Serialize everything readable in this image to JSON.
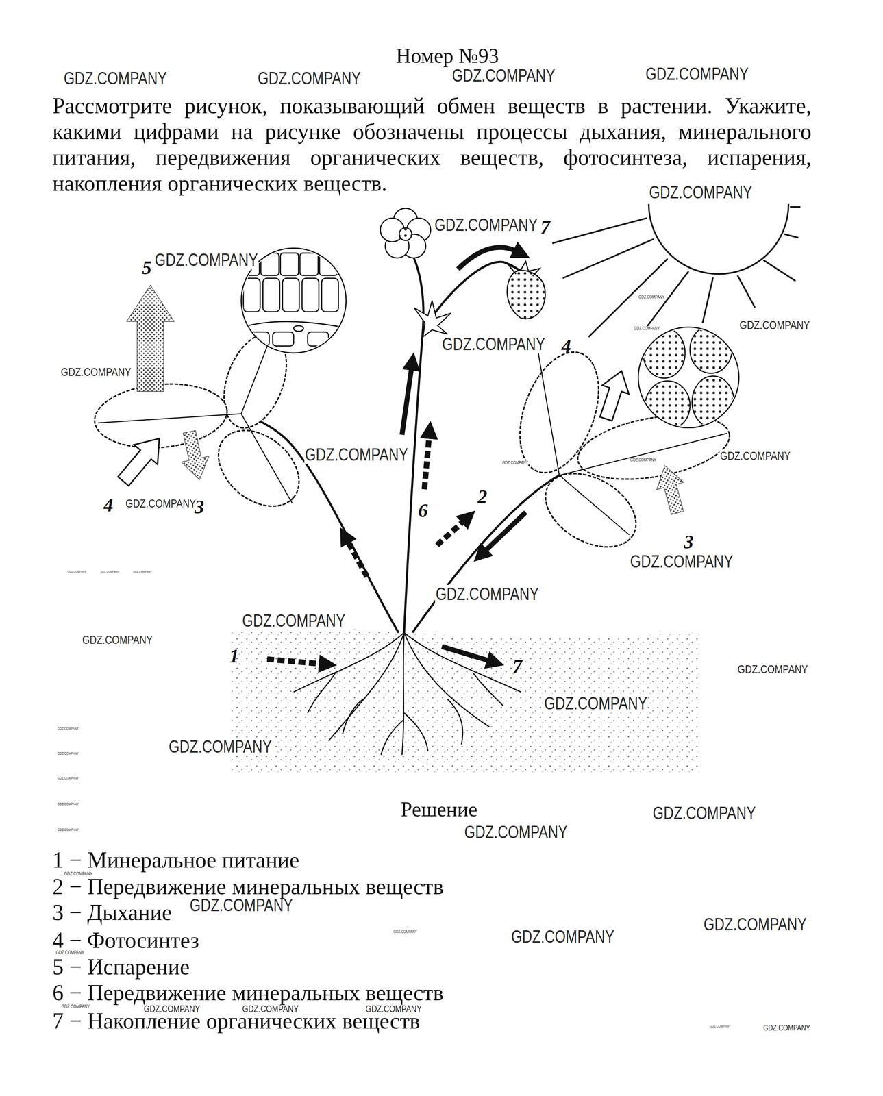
{
  "diagram": {
    "title": "Номер №93",
    "labels": [
      "Рассмотрите рисунок, показывающий обмен веществ в растении. Укажите, какими цифрами на рисунке обозначены процессы дыхания, минерального питания, передвижения органических веществ, фотосинтеза, испарения, накопления органических веществ.",
      "GDZ.COMPANY",
      "GDZ.COMPANY",
      "GDZ.COMPANY",
      "GDZ.COMPANY",
      "GDZ.COMPANY",
      "GDZ.COMPANY",
      "7",
      "5",
      "GDZ.COMPANY",
      "GDZ.COMPANY",
      "GDZ.COMPANY",
      "GDZ.COMPANY",
      "GDZ.COMPANY",
      "4",
      "GDZ.COMPANY",
      "GDZ.COMPANY",
      "GDZ.COMPANY",
      "GDZ.COMPANY",
      "GDZ.COMPANY",
      "2",
      "4",
      "GDZ.COMPANY",
      "3",
      "6",
      "3",
      "GDZ.COMPANY",
      "GDZ.COMPANY",
      "GDZ.COMPANY",
      "GDZ.COMPANY",
      "GDZ.COMPANY",
      "GDZ.COMPANY",
      "GDZ.COMPANY",
      "1",
      "7",
      "GDZ.COMPANY",
      "GDZ.COMPANY",
      "GDZ.COMPANY",
      "GDZ.COMPANY",
      "GDZ.COMPANY",
      "GDZ.COMPANY",
      "GDZ.COMPANY",
      "Решение",
      "GDZ.COMPANY",
      "GDZ.COMPANY",
      "GDZ.COMPANY",
      "1 − Минеральное питание",
      "GDZ.COMPANY",
      "2 − Передвижение минеральных веществ",
      "GDZ.COMPANY",
      "3 − Дыхание",
      "GDZ.COMPANY",
      "GDZ.COMPANY",
      "GDZ.COMPANY",
      "4 − Фотосинтез",
      "GDZ.COMPANY",
      "5 − Испарение",
      "6 − Передвижение минеральных веществ",
      "GDZ.COMPANY",
      "GDZ.COMPANY",
      "GDZ.COMPANY",
      "GDZ.COMPANY",
      "7 − Накопление органических веществ",
      "GDZ.COMPANY",
      "GDZ.COMPANY"
    ]
  }
}
